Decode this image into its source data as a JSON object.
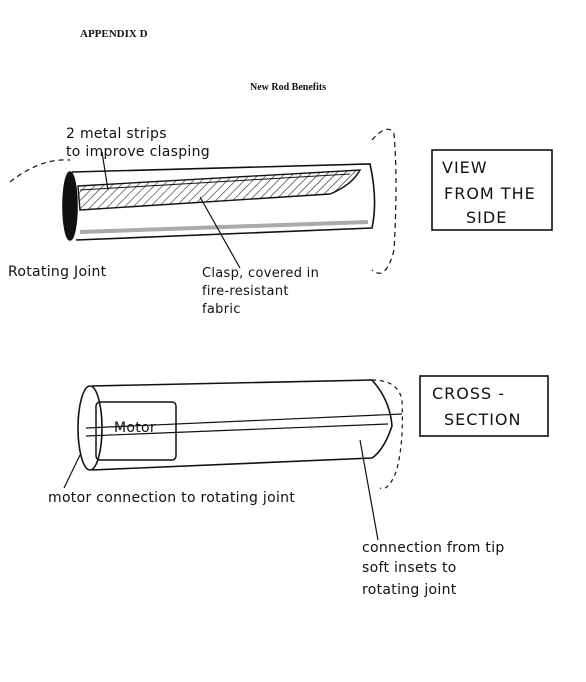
{
  "header": {
    "appendix": "APPENDIX D",
    "title": "New Rod Benefits"
  },
  "side_view": {
    "box_line1": "VIEW",
    "box_line2": "FROM THE",
    "box_line3": "SIDE",
    "label_strips_line1": "2 metal strips",
    "label_strips_line2": "to  improve clasping",
    "label_joint": "Rotating Joint",
    "label_clasp_line1": "Clasp, covered in",
    "label_clasp_line2": "fire-resistant",
    "label_clasp_line3": "fabric"
  },
  "cross_section": {
    "box_line1": "CROSS -",
    "box_line2": "SECTION",
    "label_motor": "Motor",
    "label_motor_connection": "motor connection to rotating joint",
    "label_tip_line1": "connection from tip",
    "label_tip_line2": "soft insets to",
    "label_tip_line3": "rotating joint"
  }
}
